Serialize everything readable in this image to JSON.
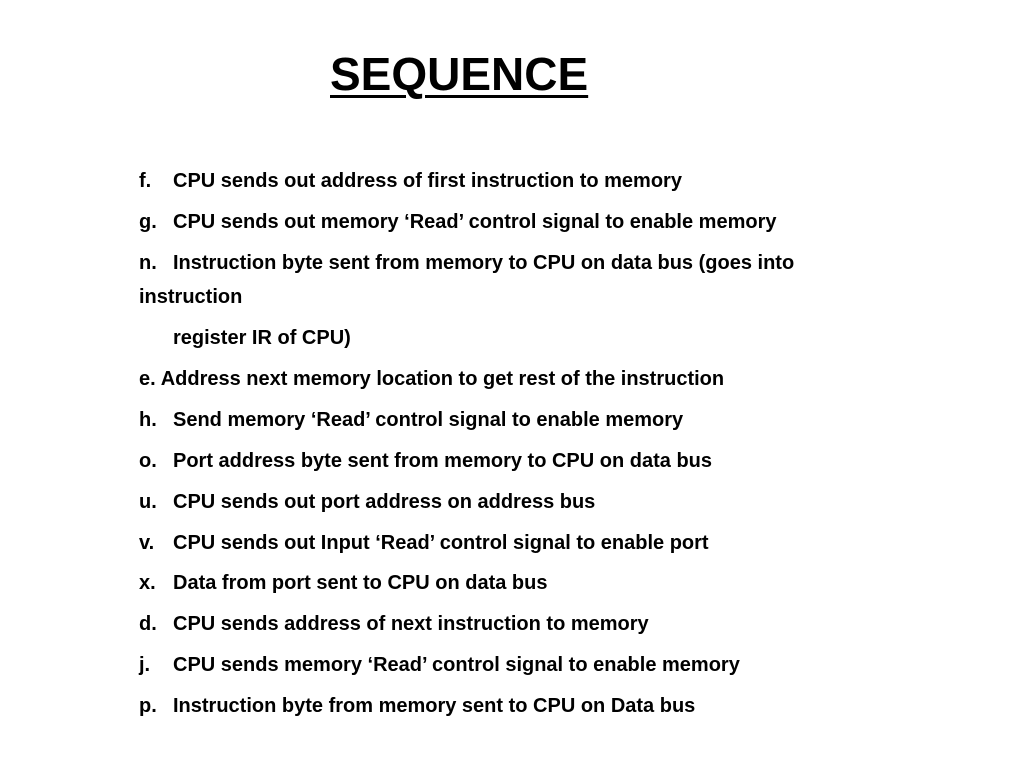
{
  "slide": {
    "title": "SEQUENCE",
    "items": [
      {
        "marker": "f.",
        "text": "CPU sends out address of first instruction to memory"
      },
      {
        "marker": "g.",
        "text": "CPU sends out memory ‘Read’ control signal to enable memory"
      },
      {
        "marker": "n.",
        "text": "Instruction byte sent from memory to CPU on data bus (goes into",
        "wrap": "instruction",
        "continuation": "register IR of CPU)"
      },
      {
        "marker": "e.",
        "text": "Address next memory location to get rest of the instruction"
      },
      {
        "marker": "h.",
        "text": "Send memory ‘Read’ control signal to enable memory"
      },
      {
        "marker": "o.",
        "text": "Port address byte sent from memory to CPU on data bus"
      },
      {
        "marker": "u.",
        "text": "CPU sends out port address on address bus"
      },
      {
        "marker": "v.",
        "text": "CPU sends out Input ‘Read’ control signal to enable port"
      },
      {
        "marker": "x.",
        "text": "Data from port sent to CPU on data bus"
      },
      {
        "marker": "d.",
        "text": "CPU sends address of next instruction to memory"
      },
      {
        "marker": "j.",
        "text": "CPU sends memory ‘Read’ control signal to enable memory"
      },
      {
        "marker": "p.",
        "text": "Instruction byte from memory sent to CPU on Data bus"
      }
    ]
  }
}
